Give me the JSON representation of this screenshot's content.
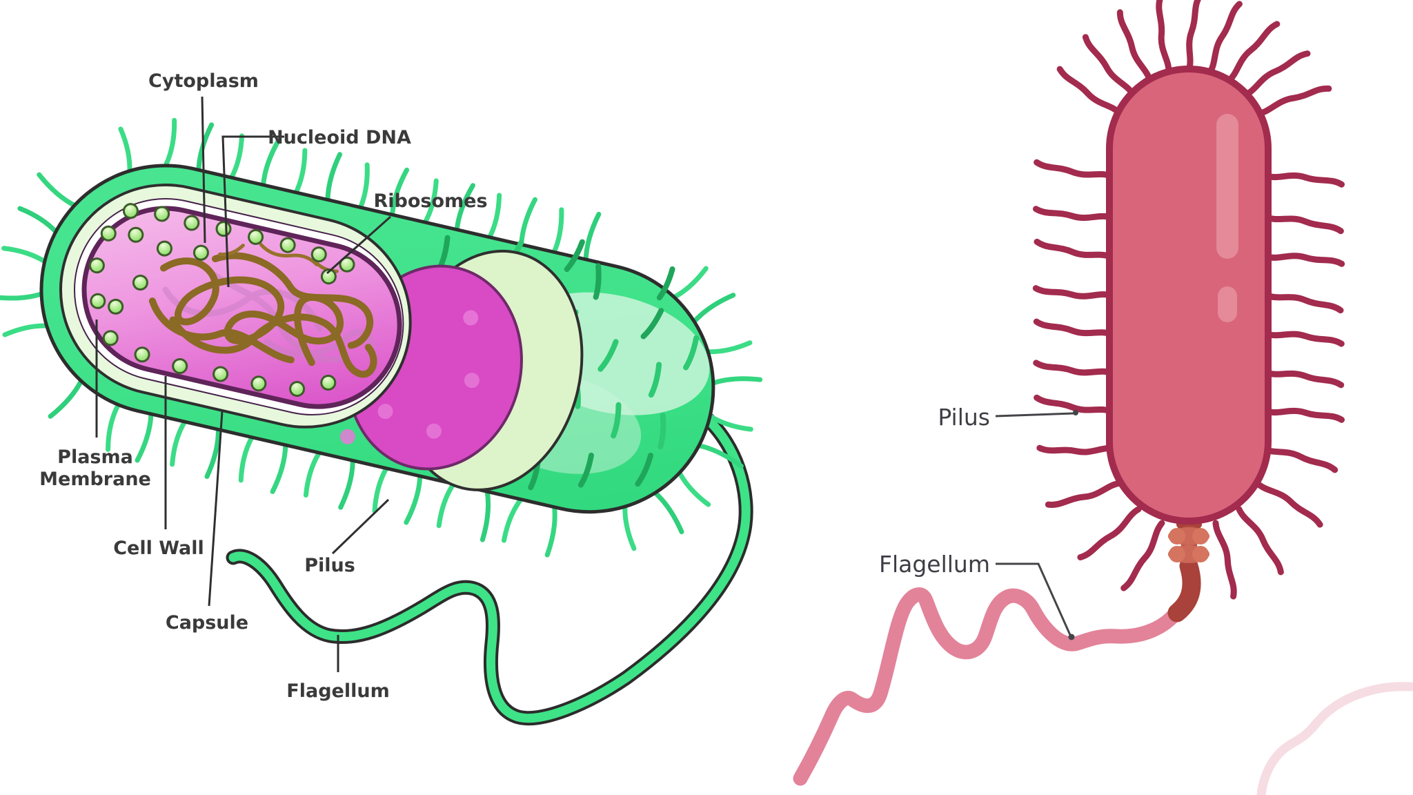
{
  "page": {
    "background": "#ffffff",
    "description": "Two bacterial cell anatomy illustrations: a green cutaway bacterium with internal structures labeled, and a rose-pink exterior-view bacterium with pilus and flagellum labeled"
  },
  "left_diagram": {
    "name": "bacterium-cutaway",
    "labels": {
      "cytoplasm": "Cytoplasm",
      "nucleoid_dna": "Nucleoid DNA",
      "ribosomes": "Ribosomes",
      "plasma_membrane_line1": "Plasma",
      "plasma_membrane_line2": "Membrane",
      "cell_wall": "Cell Wall",
      "capsule": "Capsule",
      "pilus": "Pilus",
      "flagellum": "Flagellum"
    },
    "colors": {
      "capsule_green": "#3fe189",
      "cell_wall_pale": "#e7f8dc",
      "cut_face_pale": "#ddf3c9",
      "cytoplasm_pink_light": "#f6c0ec",
      "cytoplasm_pink_deep": "#d94fc8",
      "back_interior_magenta": "#d94ac5",
      "membrane_purple": "#5f2459",
      "ribosome_green": "#9ee57f",
      "dna_brown": "#8a6a24",
      "pili_green": "#3bdc86",
      "outline": "#2d2d2d",
      "label_text": "#3a3a3a"
    }
  },
  "right_diagram": {
    "name": "bacterium-exterior",
    "labels": {
      "pilus": "Pilus",
      "flagellum": "Flagellum"
    },
    "colors": {
      "body_rose": "#d9657b",
      "border_crimson": "#a22b4e",
      "highlight_streak": "#e48a98",
      "basal_salmon": "#cb6857",
      "hook_red": "#a8423a",
      "flagellum_pink": "#e28399",
      "flagellum_faint": "#f6dce3",
      "label_text": "#3d3d45"
    }
  }
}
